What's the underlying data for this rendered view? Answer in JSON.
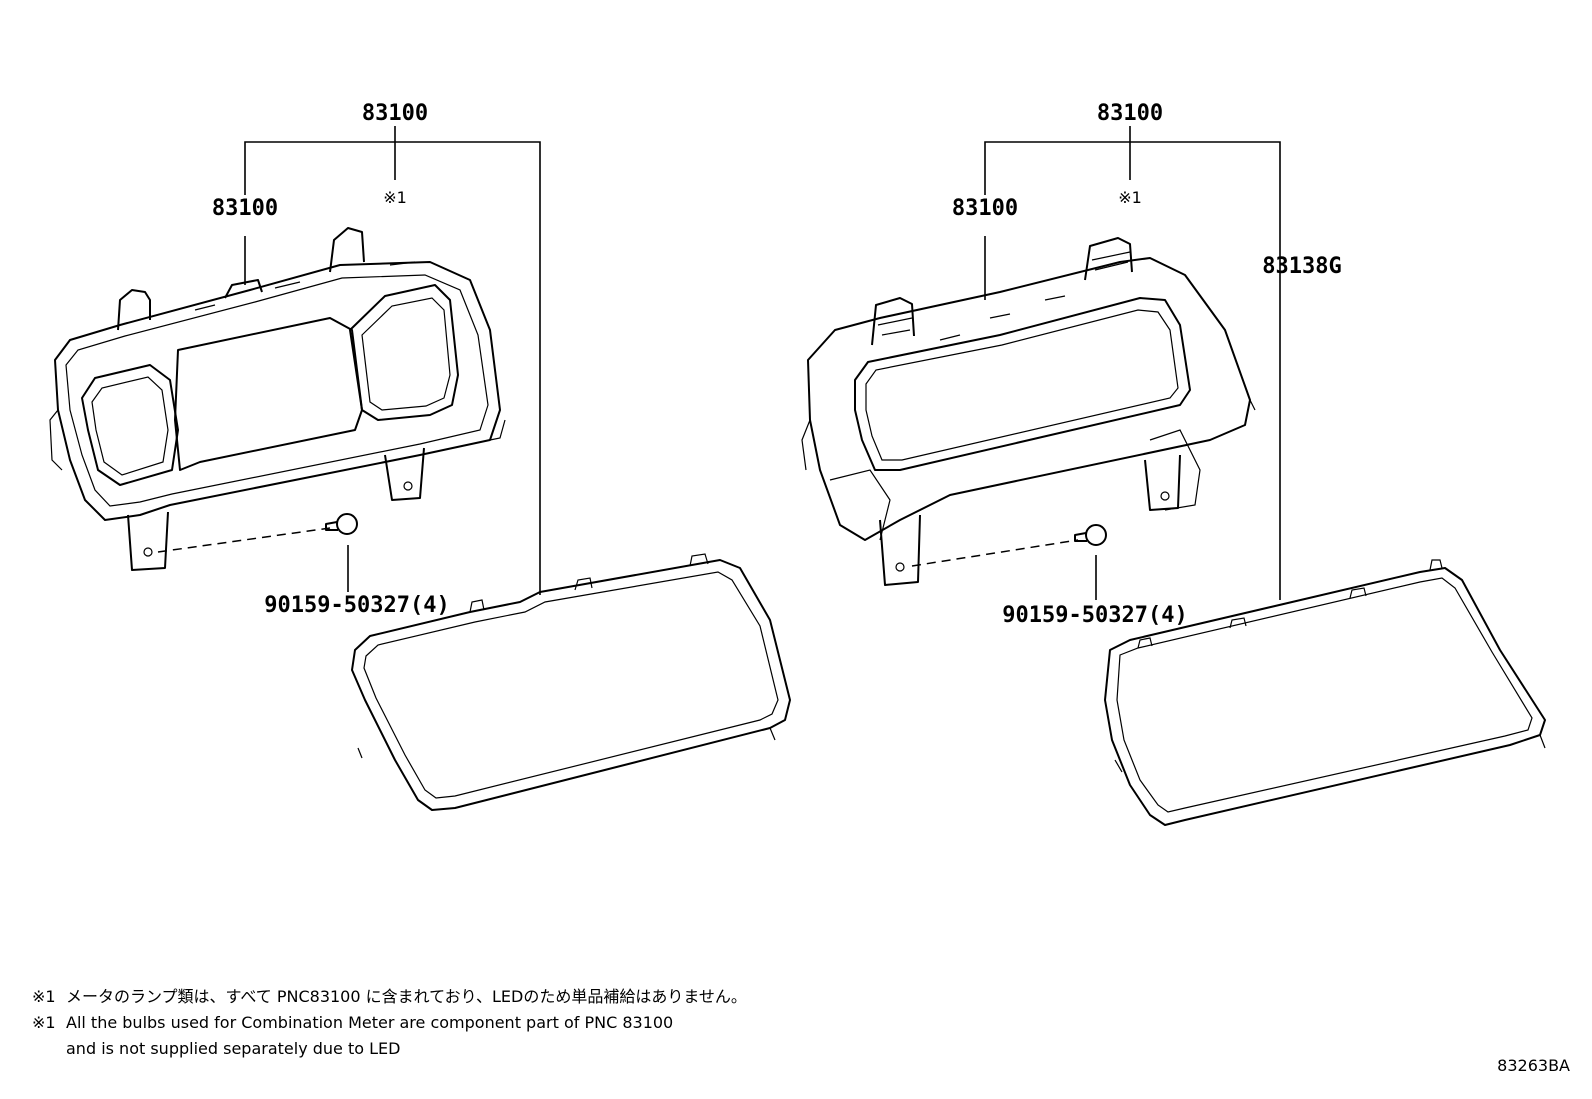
{
  "left_assembly": {
    "top_label": "83100",
    "sub_label": "83100",
    "mark": "※1",
    "screw_label": "90159-50327(4)"
  },
  "right_assembly": {
    "top_label": "83100",
    "sub_label": "83100",
    "mark": "※1",
    "glass_label": "83138G",
    "screw_label": "90159-50327(4)"
  },
  "notes": [
    {
      "mark": "※1",
      "text": "メータのランプ類は、すべて PNC83100 に含まれており、LEDのため単品補給はありません。"
    },
    {
      "mark": "※1",
      "text": "All the bulbs used for Combination Meter are component part of PNC 83100"
    },
    {
      "mark": "",
      "text": "and is not supplied separately due to LED"
    }
  ],
  "figure_code": "83263BA"
}
